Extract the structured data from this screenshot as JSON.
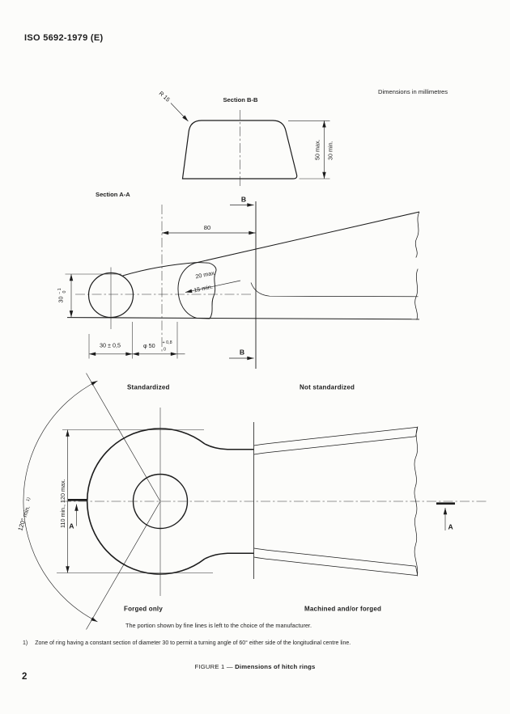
{
  "page": {
    "header_title": "ISO 5692-1979 (E)",
    "units_note": "Dimensions in millimetres",
    "manufacturer_note": "The portion shown by fine lines is left to the choice of the manufacturer.",
    "footnote_marker": "1)",
    "footnote_text": "Zone of ring having a constant section of diameter 30 to permit a turning angle of 60° either side of the longitudinal centre line.",
    "figure_caption_prefix": "FIGURE 1 —",
    "figure_caption_name": "Dimensions of hitch rings",
    "page_number": "2"
  },
  "section_bb": {
    "title": "Section B-B",
    "radius_label": "R 15",
    "height_outer": "50 max.",
    "height_inner": "30 min."
  },
  "section_aa": {
    "title": "Section A-A",
    "marker": "B",
    "length_dim": "80",
    "bar_dim": "30 ± 0,5",
    "hole_dim": "φ 50",
    "hole_tol_plus": "+ 0,8",
    "hole_tol_minus": "0",
    "height_dim": "30",
    "height_tol_upper": "− 1",
    "height_tol_lower": "0",
    "throat_max": "20 max.",
    "throat_min": "15 min."
  },
  "plan": {
    "label_standardized": "Standardized",
    "label_not_standardized": "Not standardized",
    "label_forged_only": "Forged only",
    "label_machined": "Machined and/or forged",
    "swivel_angle": "120° min.",
    "swivel_angle_ref": "1)",
    "inner_width": "110 min., 120 max.",
    "marker": "A"
  }
}
